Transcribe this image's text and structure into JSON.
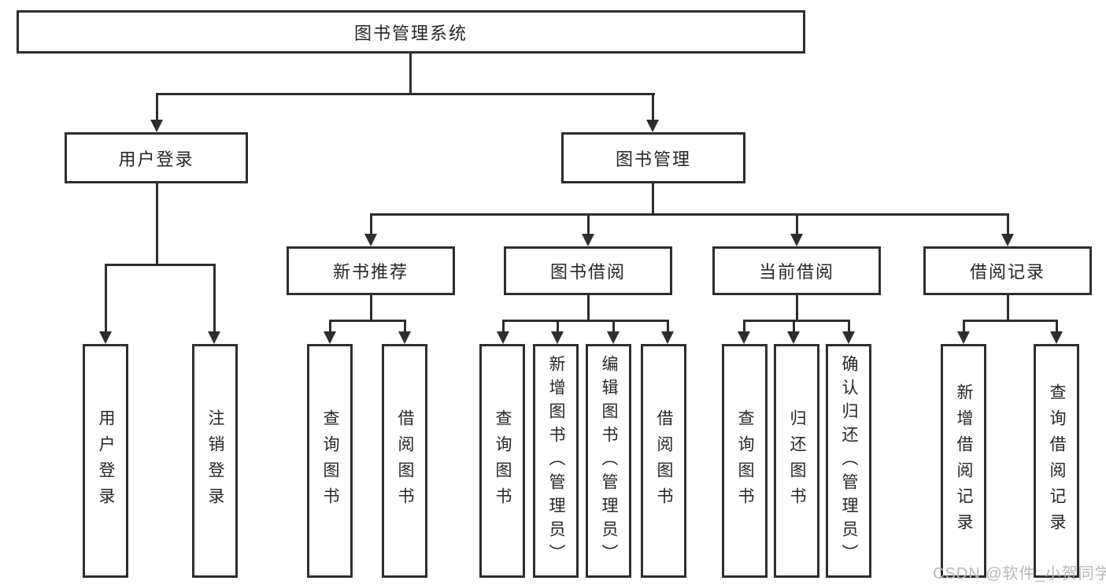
{
  "diagram": {
    "root": {
      "label": "图书管理系统"
    },
    "level2": {
      "user_login": {
        "label": "用户登录"
      },
      "book_management": {
        "label": "图书管理"
      }
    },
    "level3": {
      "new_book_recommend": {
        "label": "新书推荐"
      },
      "book_borrowing": {
        "label": "图书借阅"
      },
      "current_borrowing": {
        "label": "当前借阅"
      },
      "borrowing_records": {
        "label": "借阅记录"
      }
    },
    "level4": {
      "under_user_login": [
        "用户登录",
        "注销登录"
      ],
      "under_new_book_recommend": [
        "查询图书",
        "借阅图书"
      ],
      "under_book_borrowing": [
        "查询图书",
        "新增图书（管理员）",
        "编辑图书（管理员）",
        "借阅图书"
      ],
      "under_current_borrowing": [
        "查询图书",
        "归还图书",
        "确认归还（管理员）"
      ],
      "under_borrowing_records": [
        "新增借阅记录",
        "查询借阅记录"
      ]
    },
    "watermark": "CSDN @软件_小贺同学",
    "colors": {
      "line": "#2e2e2e",
      "text": "#262626",
      "box_fill": "#ffffff",
      "watermark": "#b8b8b8",
      "background": "#ffffff"
    }
  }
}
